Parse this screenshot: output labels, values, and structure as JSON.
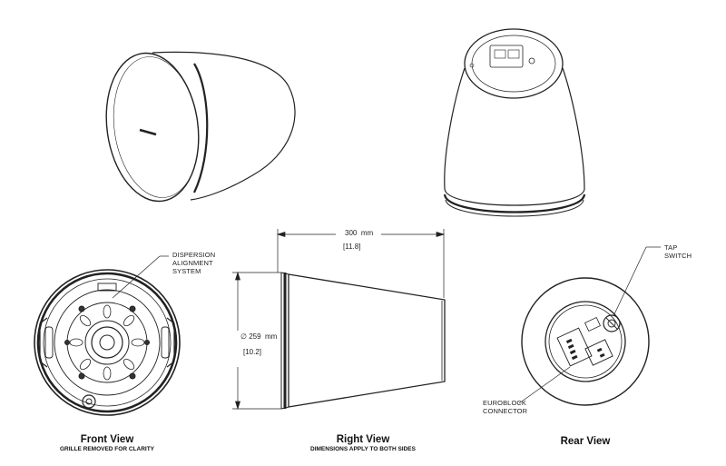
{
  "callouts": {
    "dispersion": [
      "DISPERSION",
      "ALIGNMENT",
      "SYSTEM"
    ],
    "tap": [
      "TAP",
      "SWITCH"
    ],
    "euroblock": [
      "EUROBLOCK",
      "CONNECTOR"
    ]
  },
  "dimensions": {
    "length_mm": "300",
    "length_unit": "mm",
    "length_in": "[11.8]",
    "diameter_mm": "∅ 259",
    "diameter_unit": "mm",
    "diameter_in": "[10.2]"
  },
  "views": {
    "front": {
      "title": "Front View",
      "subtitle": "GRILLE REMOVED FOR CLARITY"
    },
    "right": {
      "title": "Right View",
      "subtitle": "DIMENSIONS APPLY TO BOTH SIDES"
    },
    "rear": {
      "title": "Rear View",
      "subtitle": ""
    }
  }
}
